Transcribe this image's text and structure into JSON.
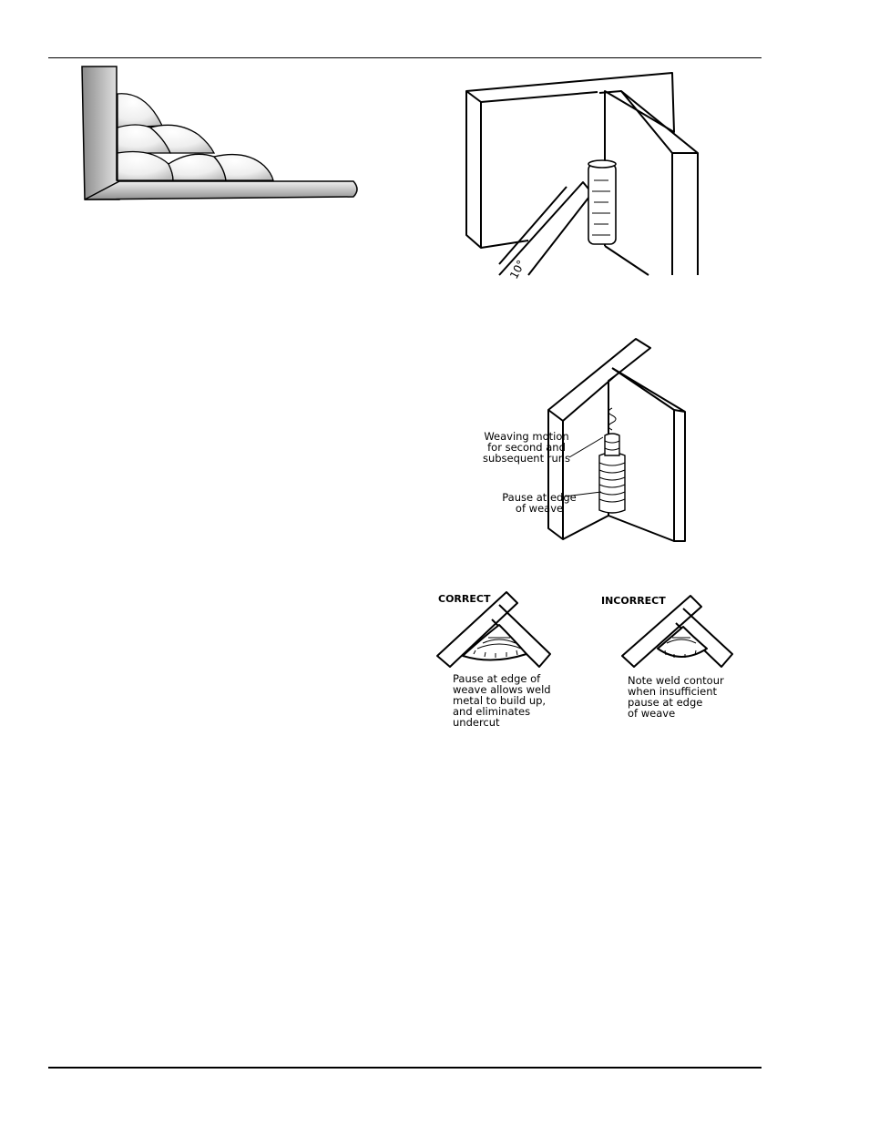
{
  "figures": {
    "vertical_angle": {
      "angle_label": "10°"
    },
    "weave": {
      "weaving_label": "Weaving motion\nfor second and\nsubsequent runs",
      "pause_label": "Pause at edge\nof weave"
    },
    "correct": {
      "heading": "CORRECT",
      "caption": "Pause at edge of\nweave allows weld\nmetal to build up,\nand eliminates\nundercut"
    },
    "incorrect": {
      "heading": "INCORRECT",
      "caption": "Note weld contour\nwhen insufficient\npause at edge\nof weave"
    }
  },
  "colors": {
    "line": "#000000",
    "bead_fill": "#ffffff",
    "plate_gradient_dark": "#8a8a8a",
    "plate_gradient_light": "#f2f2f2"
  }
}
